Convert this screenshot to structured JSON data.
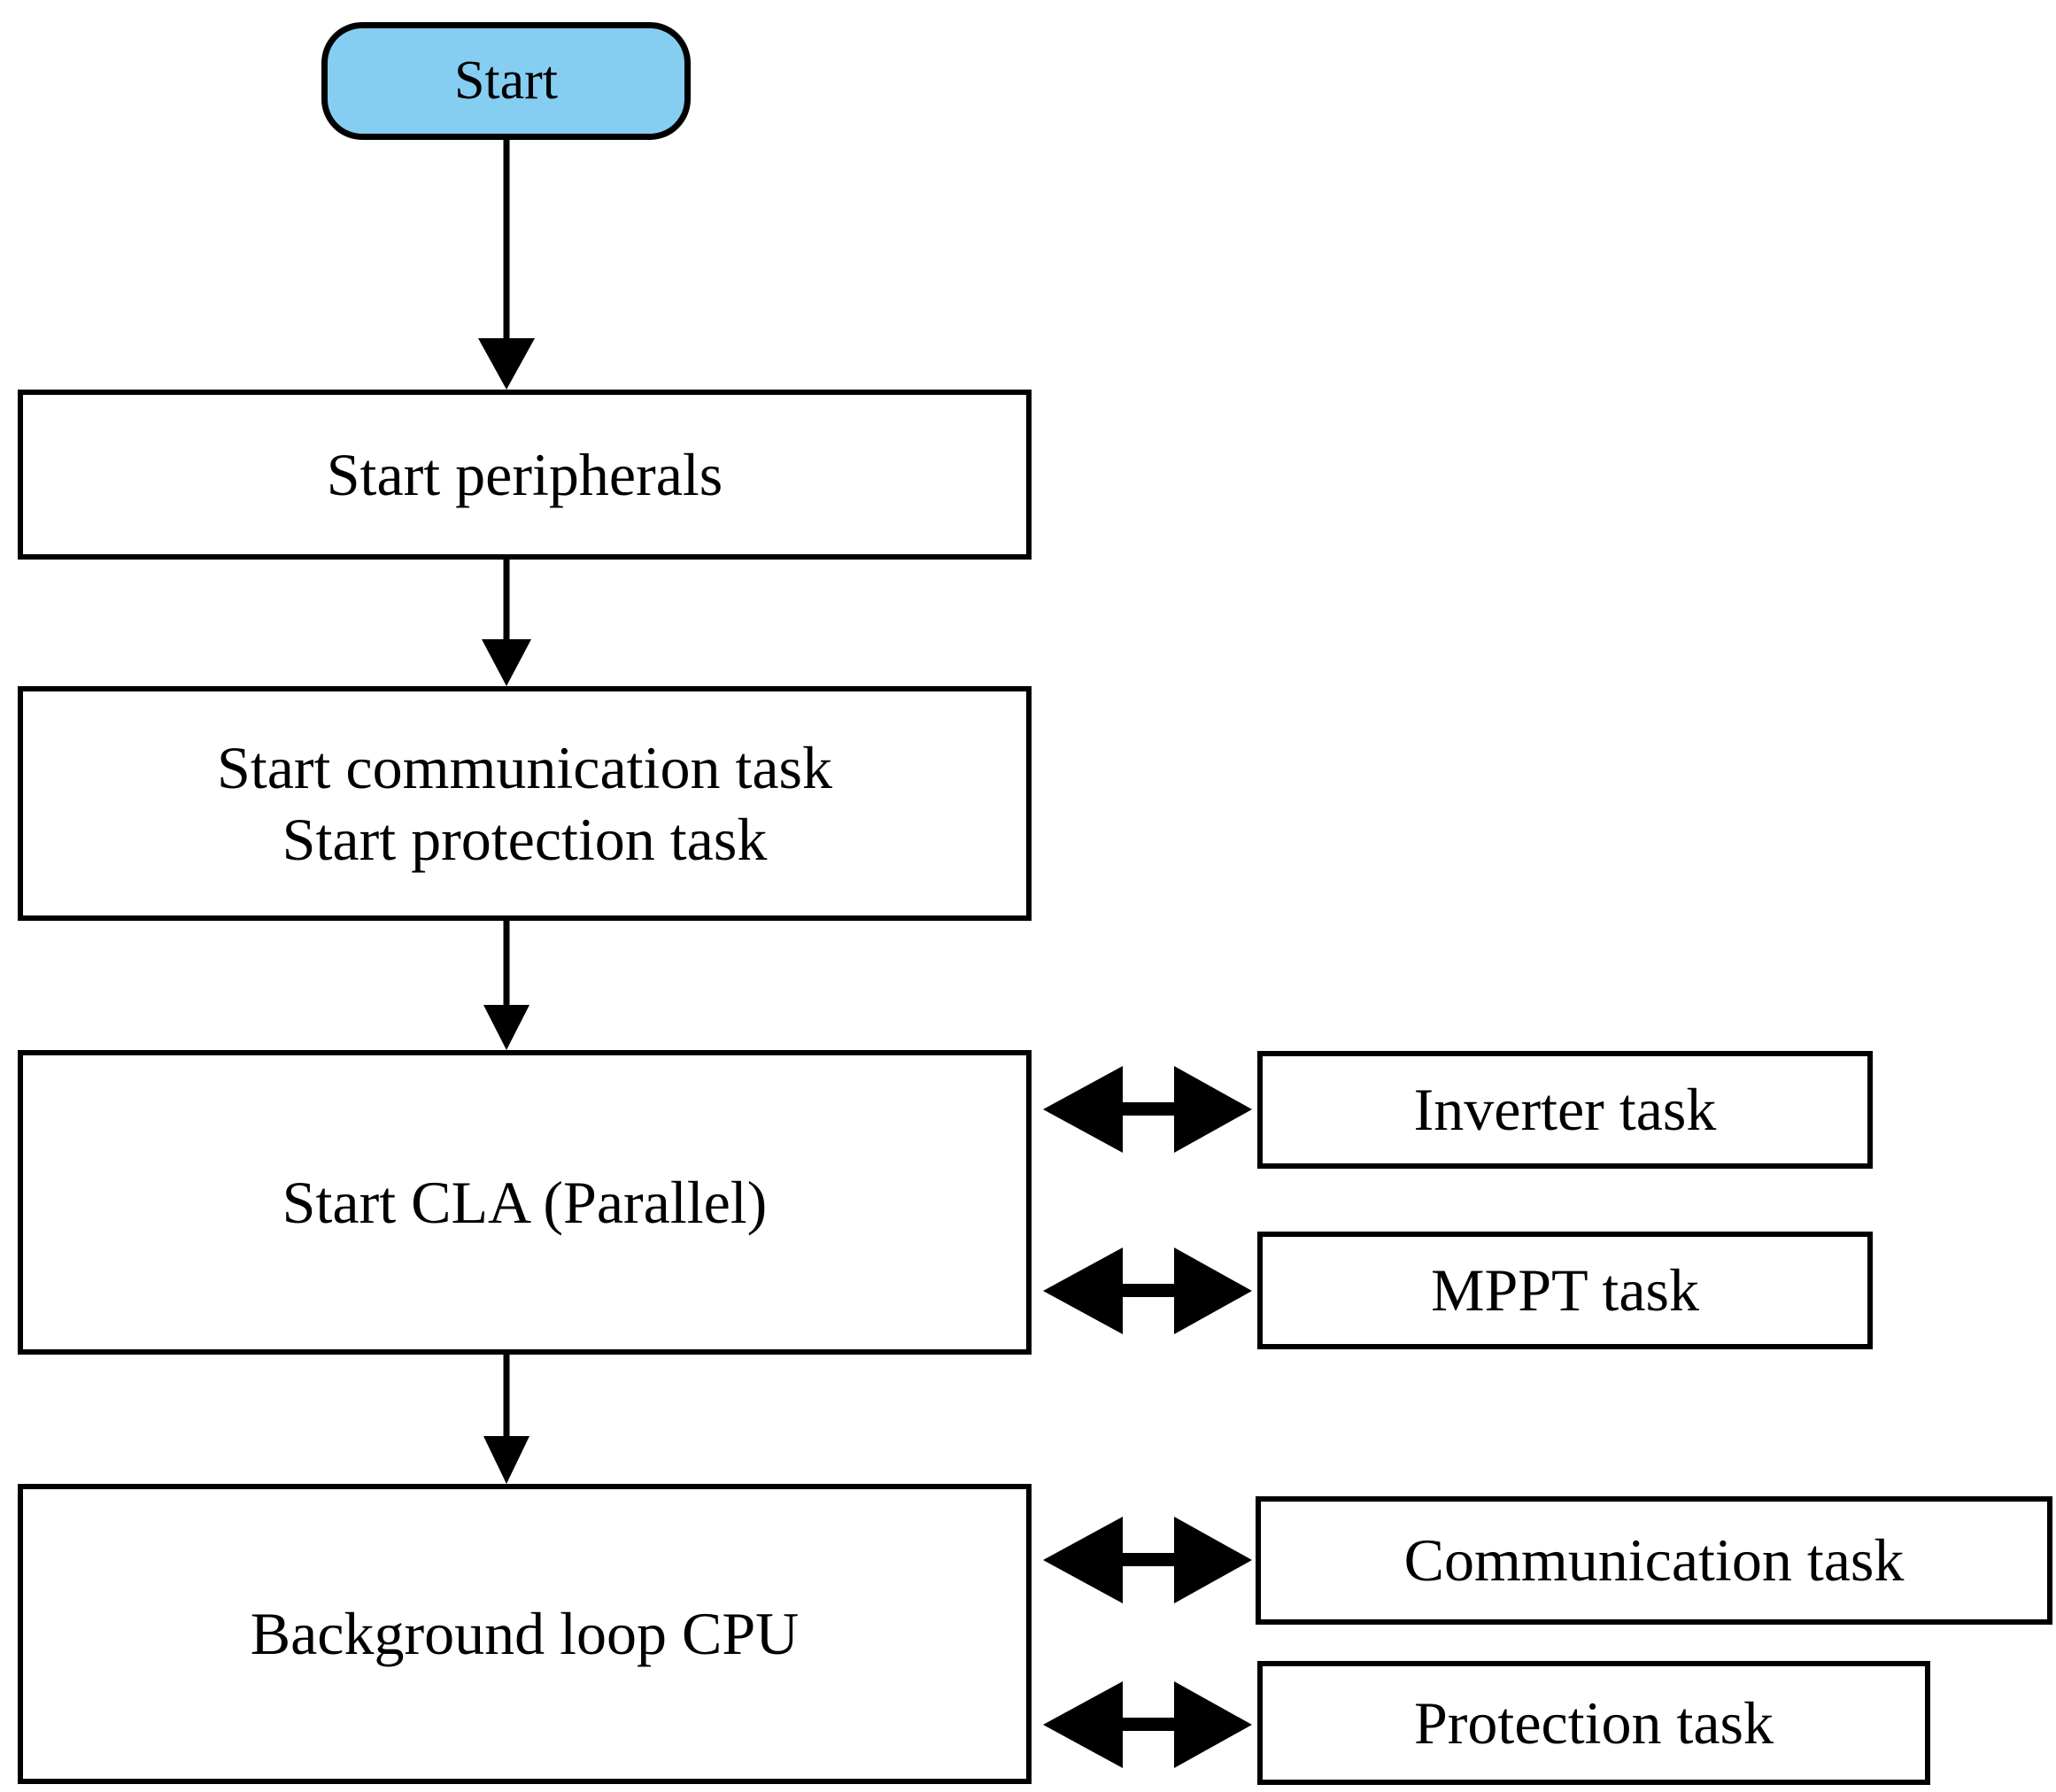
{
  "diagram": {
    "title": "Firmware startup and task scheduling flowchart",
    "background_color": "#ffffff",
    "line_color": "#000000",
    "start_fill_color": "#85cef2",
    "nodes": {
      "start": {
        "label": "Start",
        "shape": "rounded-rectangle",
        "fill": "#85cef2",
        "font_size": 62
      },
      "start_peripherals": {
        "label": "Start peripherals",
        "shape": "rectangle",
        "fill": "#ffffff",
        "font_size": 68
      },
      "start_tasks": {
        "label": "Start communication task\nStart protection task",
        "shape": "rectangle",
        "fill": "#ffffff",
        "font_size": 68
      },
      "start_cla": {
        "label": "Start CLA (Parallel)",
        "shape": "rectangle",
        "fill": "#ffffff",
        "font_size": 68
      },
      "background_loop": {
        "label": "Background loop CPU",
        "shape": "rectangle",
        "fill": "#ffffff",
        "font_size": 68
      },
      "inverter_task": {
        "label": "Inverter task",
        "shape": "rectangle",
        "fill": "#ffffff",
        "font_size": 68
      },
      "mppt_task": {
        "label": "MPPT task",
        "shape": "rectangle",
        "fill": "#ffffff",
        "font_size": 68
      },
      "communication_task": {
        "label": "Communication task",
        "shape": "rectangle",
        "fill": "#ffffff",
        "font_size": 68
      },
      "protection_task": {
        "label": "Protection task",
        "shape": "rectangle",
        "fill": "#ffffff",
        "font_size": 68
      }
    },
    "edges": [
      {
        "name": "start-to-peripherals",
        "from": "start",
        "to": "start_peripherals",
        "type": "arrow-down"
      },
      {
        "name": "peripherals-to-tasks",
        "from": "start_peripherals",
        "to": "start_tasks",
        "type": "arrow-down"
      },
      {
        "name": "tasks-to-cla",
        "from": "start_tasks",
        "to": "start_cla",
        "type": "arrow-down"
      },
      {
        "name": "cla-to-background-loop",
        "from": "start_cla",
        "to": "background_loop",
        "type": "arrow-down"
      },
      {
        "name": "cla-to-inverter",
        "from": "start_cla",
        "to": "inverter_task",
        "type": "double-arrow-horizontal"
      },
      {
        "name": "cla-to-mppt",
        "from": "start_cla",
        "to": "mppt_task",
        "type": "double-arrow-horizontal"
      },
      {
        "name": "loop-to-communication",
        "from": "background_loop",
        "to": "communication_task",
        "type": "double-arrow-horizontal"
      },
      {
        "name": "loop-to-protection",
        "from": "background_loop",
        "to": "protection_task",
        "type": "double-arrow-horizontal"
      }
    ]
  }
}
